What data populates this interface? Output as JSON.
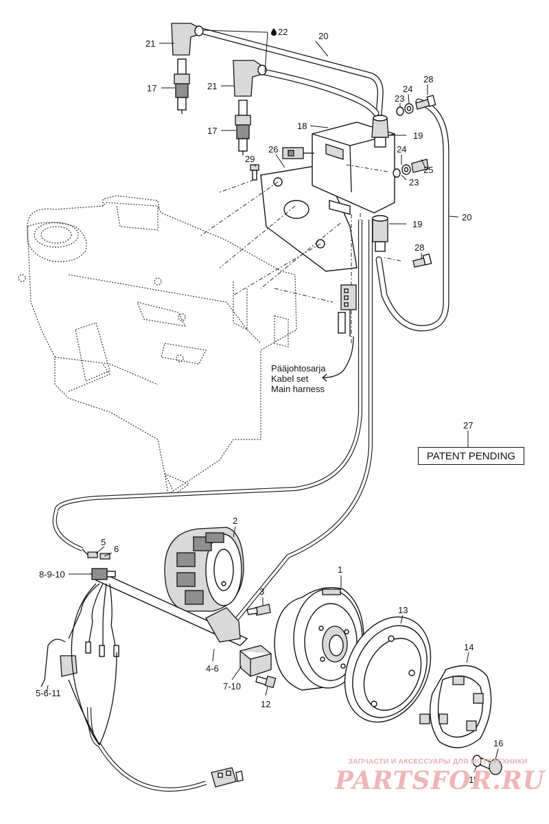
{
  "callouts": {
    "c1": "1",
    "c2": "2",
    "c3": "3",
    "c4_6": "4-6",
    "c5": "5",
    "c6": "6",
    "c5_6_11": "5-6-11",
    "c7_10": "7-10",
    "c8_9_10": "8-9-10",
    "c12": "12",
    "c13": "13",
    "c14": "14",
    "c15": "15",
    "c16": "16",
    "c17a": "17",
    "c17b": "17",
    "c18": "18",
    "c19a": "19",
    "c19b": "19",
    "c20a": "20",
    "c20b": "20",
    "c21a": "21",
    "c21b": "21",
    "c22": "22",
    "c23a": "23",
    "c23b": "23",
    "c24a": "24",
    "c24b": "24",
    "c25": "25",
    "c26": "26",
    "c27": "27",
    "c28a": "28",
    "c28b": "28",
    "c29": "29"
  },
  "harness_label": {
    "finnish": "Pääjohtosarja",
    "german": "Kabel set",
    "english": "Main harness"
  },
  "patent_note": "PATENT PENDING",
  "watermark": {
    "tagline": "ЗАПЧАСТИ И АКСЕССУАРЫ ДЛЯ МОТОТЕХНИКИ",
    "logo": "PARTSFOR.RU"
  },
  "icons": {
    "lubricant_symbol": "oil-drop-icon"
  }
}
